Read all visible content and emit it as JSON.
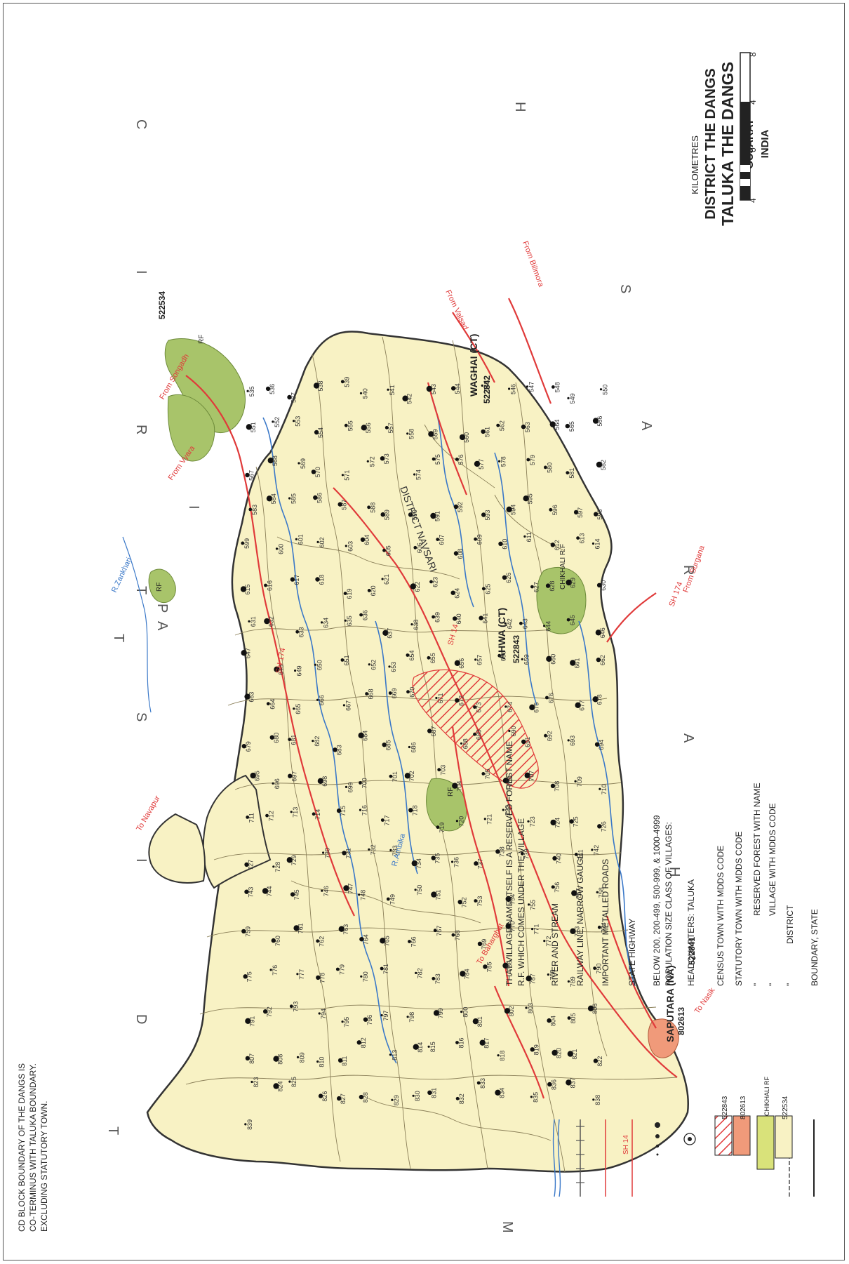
{
  "header": {
    "country": "INDIA",
    "state": "GUJARAT",
    "title": "TALUKA  THE DANGS",
    "subtitle": "DISTRICT THE DANGS"
  },
  "scale": {
    "unit": "KILOMETRES",
    "ticks": [
      "4",
      "0",
      "4",
      "8"
    ]
  },
  "legend": {
    "boundary_state": "BOUNDARY,  STATE",
    "boundary_district": "DISTRICT",
    "ditto": "\"",
    "village": "VILLAGE WITH MDDS CODE",
    "village_code": "522534",
    "reserved_forest": "RESERVED FOREST WITH NAME",
    "reserved_forest_name": "CHIKHALI RF",
    "statutory_town": "STATUTORY TOWN WITH MDDS CODE",
    "statutory_code": "802613",
    "census_town": "CENSUS TOWN WITH MDDS CODE",
    "census_code": "522843",
    "headquarters": "HEADQUARTERS:  TALUKA",
    "population_1": "POPULATION SIZE CLASS OF VILLAGES:",
    "population_2": "BELOW 200, 200-499, 500-999, & 1000-4999",
    "state_highway": "STATE HIGHWAY",
    "state_highway_label": "SH 14",
    "metalled_roads": "IMPORTANT METALLED  ROADS",
    "railway": "RAILWAY LINE, NARROW GAUGE",
    "river": "RIVER AND STREAM",
    "rf_note_1": "R.F. WHICH COMES UNDER THE VILLAGE",
    "rf_note_2": "THAT VILLAGE NAME ITSELF IS A RESERVED FOREST NAME"
  },
  "footnote": {
    "line1": "CD BLOCK BOUNDARY OF THE DANGS IS",
    "line2": "CO-TERMINUS WITH TALUKA BOUNDARY.",
    "line3": "EXCLUDING STATUTORY TOWN."
  },
  "surroundings": {
    "tapi_letters": [
      "T",
      "A",
      "P",
      "I"
    ],
    "district_tapi_letters": [
      "D",
      "I",
      "S",
      "T",
      "R",
      "I",
      "C",
      "T"
    ],
    "maharashtra_letters": [
      "M",
      "A",
      "H",
      "A",
      "R",
      "A",
      "S",
      "H",
      "T",
      "R",
      "A"
    ],
    "district_navsari": "DISTRICT  NAVSARI"
  },
  "places": {
    "ahwa": "AHWA (CT)",
    "ahwa_code": "522843",
    "waghai": "WAGHAI (CT)",
    "waghai_code": "522842",
    "saputara": "SAPUTARA (NA)",
    "saputara_code": "802613",
    "saputara_village": "522841",
    "village_522534": "522534",
    "chikhali_rf": "CHIKHALI R.F",
    "rf": "RF"
  },
  "roads": {
    "sh174": "SH 174",
    "sh14": "SH 14",
    "sh_a": "SH 174",
    "from_songadh": "From Songadh",
    "from_vyara": "From Vyara",
    "from_valsad": "From Valsad",
    "from_bilimora": "From Bilimora",
    "from_surgana": "From Surgana",
    "to_nasik": "To Nasik",
    "to_navapur": "To Navapur",
    "to_baharghat": "To Baharghat",
    "r_zankhari": "R.Zankhari",
    "r_ambika": "R.Ambika"
  },
  "villages": [
    "535",
    "536",
    "537",
    "538",
    "539",
    "540",
    "541",
    "542",
    "543",
    "544",
    "545",
    "546",
    "547",
    "548",
    "549",
    "550",
    "551",
    "552",
    "553",
    "554",
    "555",
    "556",
    "557",
    "558",
    "559",
    "560",
    "561",
    "562",
    "563",
    "564",
    "565",
    "566",
    "567",
    "568",
    "569",
    "570",
    "571",
    "572",
    "573",
    "574",
    "575",
    "576",
    "577",
    "578",
    "579",
    "580",
    "581",
    "582",
    "583",
    "584",
    "585",
    "586",
    "587",
    "588",
    "589",
    "590",
    "591",
    "592",
    "593",
    "594",
    "595",
    "596",
    "597",
    "598",
    "599",
    "600",
    "601",
    "602",
    "603",
    "604",
    "605",
    "606",
    "607",
    "608",
    "609",
    "610",
    "611",
    "612",
    "613",
    "614",
    "615",
    "616",
    "617",
    "618",
    "619",
    "620",
    "621",
    "622",
    "623",
    "624",
    "625",
    "626",
    "627",
    "628",
    "629",
    "630",
    "631",
    "632",
    "633",
    "634",
    "635",
    "636",
    "637",
    "638",
    "639",
    "640",
    "641",
    "642",
    "643",
    "644",
    "645",
    "646",
    "647",
    "648",
    "649",
    "650",
    "651",
    "652",
    "653",
    "654",
    "655",
    "656",
    "657",
    "658",
    "659",
    "660",
    "661",
    "662",
    "663",
    "664",
    "665",
    "666",
    "667",
    "668",
    "669",
    "670",
    "671",
    "672",
    "673",
    "674",
    "675",
    "676",
    "677",
    "678",
    "679",
    "680",
    "681",
    "682",
    "683",
    "684",
    "685",
    "686",
    "687",
    "688",
    "689",
    "690",
    "691",
    "692",
    "693",
    "694",
    "695",
    "696",
    "697",
    "698",
    "699",
    "700",
    "701",
    "702",
    "703",
    "704",
    "705",
    "706",
    "707",
    "708",
    "709",
    "710",
    "711",
    "712",
    "713",
    "714",
    "715",
    "716",
    "717",
    "718",
    "719",
    "720",
    "721",
    "722",
    "723",
    "724",
    "725",
    "726",
    "727",
    "728",
    "729",
    "730",
    "731",
    "732",
    "733",
    "734",
    "735",
    "736",
    "737",
    "738",
    "739",
    "740",
    "741",
    "742",
    "743",
    "744",
    "745",
    "746",
    "747",
    "748",
    "749",
    "750",
    "751",
    "752",
    "753",
    "754",
    "755",
    "756",
    "757",
    "758",
    "759",
    "760",
    "761",
    "762",
    "763",
    "764",
    "765",
    "766",
    "767",
    "768",
    "769",
    "770",
    "771",
    "772",
    "773",
    "774",
    "775",
    "776",
    "777",
    "778",
    "779",
    "780",
    "781",
    "782",
    "783",
    "784",
    "785",
    "786",
    "787",
    "788",
    "789",
    "790",
    "791",
    "792",
    "793",
    "794",
    "795",
    "796",
    "797",
    "798",
    "799",
    "800",
    "801",
    "802",
    "803",
    "804",
    "805",
    "806",
    "807",
    "808",
    "809",
    "810",
    "811",
    "812",
    "813",
    "814",
    "815",
    "816",
    "817",
    "818",
    "819",
    "820",
    "821",
    "822",
    "823",
    "824",
    "825",
    "826",
    "827",
    "828",
    "829",
    "830",
    "831",
    "832",
    "833",
    "834",
    "835",
    "836",
    "837",
    "838",
    "839"
  ],
  "colors": {
    "land": "#f8f2c4",
    "outside": "#ffffff",
    "forest": "#a8c46a",
    "road": "#e03a3a",
    "river": "#3a78c8",
    "village_border": "#8a7f58",
    "statutory_fill": "#f09a7a",
    "census_hatch": "#e03a3a"
  }
}
